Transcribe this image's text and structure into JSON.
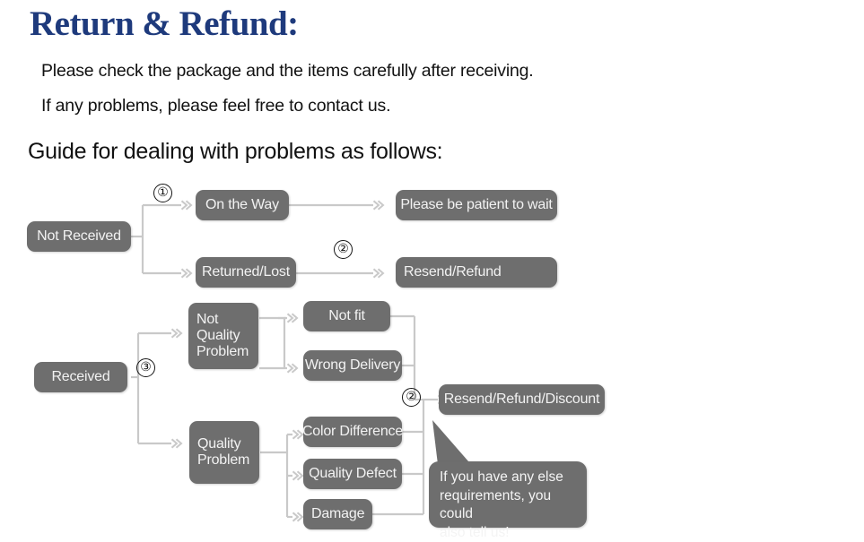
{
  "header": {
    "title": "Return & Refund:",
    "line1": "Please check the package and the items carefully after receiving.",
    "line2": "If any problems, please feel free to contact us.",
    "guide": "Guide for dealing with problems as follows:"
  },
  "flowchart": {
    "nodes": {
      "not_received": "Not Received",
      "on_the_way": "On the Way",
      "returned_lost": "Returned/Lost",
      "please_wait": "Please be patient to wait",
      "resend_refund": "Resend/Refund",
      "received": "Received",
      "not_quality_problem": "Not\nQuality\nProblem",
      "quality_problem": "Quality\nProblem",
      "not_fit": "Not fit",
      "wrong_delivery": "Wrong Delivery",
      "color_difference": "Color Difference",
      "quality_defect": "Quality Defect",
      "damage": "Damage",
      "resend_refund_discount": "Resend/Refund/Discount"
    },
    "markers": {
      "m1": "①",
      "m2": "②",
      "m3": "③",
      "m4": "②"
    },
    "callout": "If you have any else\nrequirements, you could\nalso tell us!"
  },
  "colors": {
    "title": "#1e3a7c",
    "node_fill": "#6e6e6e",
    "node_text": "#f2f2f2",
    "connector": "#c9c9c9",
    "page_bg": "#ffffff"
  }
}
